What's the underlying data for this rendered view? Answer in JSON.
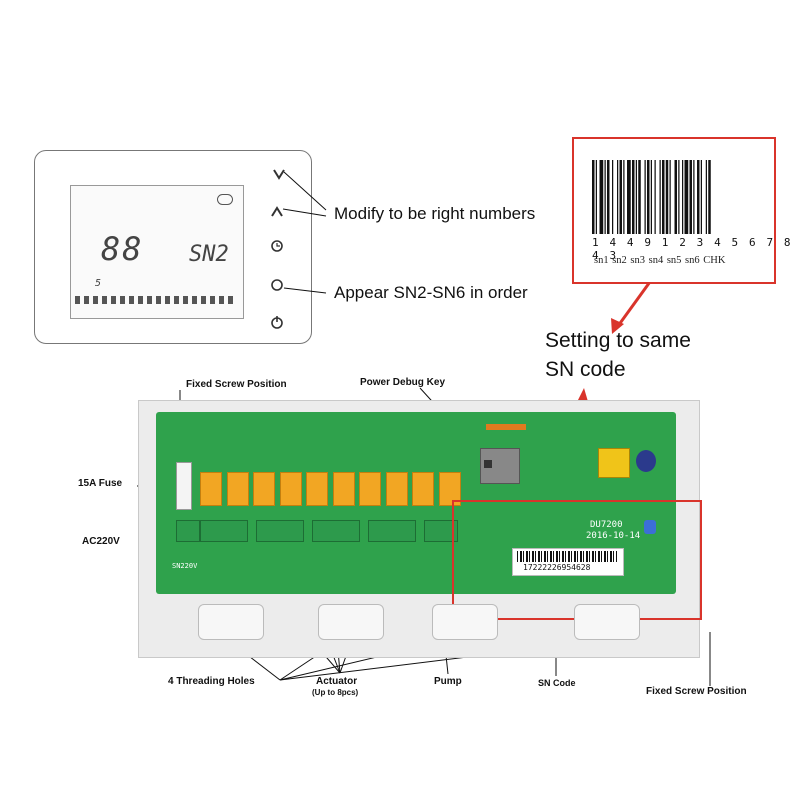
{
  "thermostat": {
    "display_digits": "88",
    "display_code": "SN2",
    "display_small": "5"
  },
  "annotations": {
    "modify": "Modify to be right numbers",
    "appear": "Appear SN2-SN6 in order",
    "setting_line1": "Setting to same",
    "setting_line2": "SN code"
  },
  "barcode": {
    "digits": "1 4 4 9 1 2 3 4 5 6 7 8 4 3",
    "fields": "sn1 sn2 sn3 sn4 sn5 sn6 CHK"
  },
  "board": {
    "model": "DU7200",
    "date": "2016-10-14",
    "serial": "17222226954628",
    "terminal_mark": "SN220V"
  },
  "labels": {
    "fixed_screw_top": "Fixed Screw Position",
    "power_debug_key": "Power Debug Key",
    "fuse": "15A Fuse",
    "ac": "AC220V",
    "threading_holes": "4 Threading Holes",
    "actuator": "Actuator",
    "actuator_note": "(Up to 8pcs)",
    "pump": "Pump",
    "sn_code": "SN Code",
    "fixed_screw_bottom": "Fixed Screw Position"
  },
  "colors": {
    "highlight_red": "#d9342b",
    "pcb_green": "#2fa24c",
    "relay_orange": "#f2a623"
  }
}
